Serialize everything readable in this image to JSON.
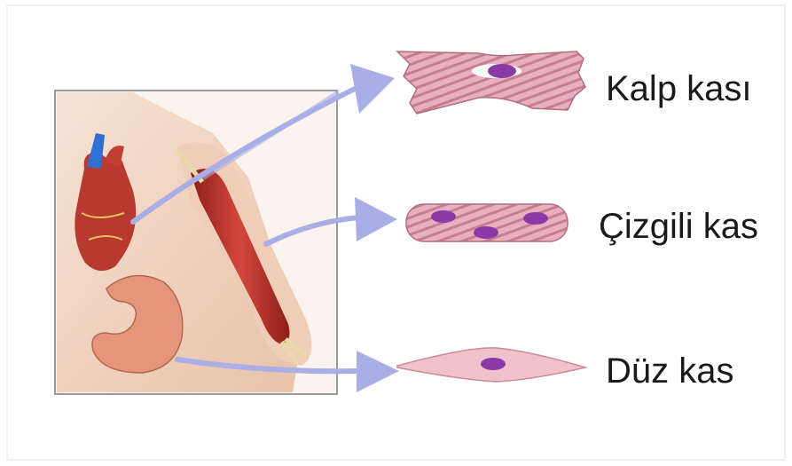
{
  "labels": {
    "cardiac": "Kalp kası",
    "skeletal": "Çizgili kas",
    "smooth": "Düz kas"
  },
  "colors": {
    "arrow": "#a9aee6",
    "fiber": "#e3a3b3",
    "stripe": "#c67d90",
    "nucleus": "#8a3aa6",
    "muscle": "#b8312a",
    "skin": "#f3d7c4",
    "stomach": "#e4957a"
  }
}
